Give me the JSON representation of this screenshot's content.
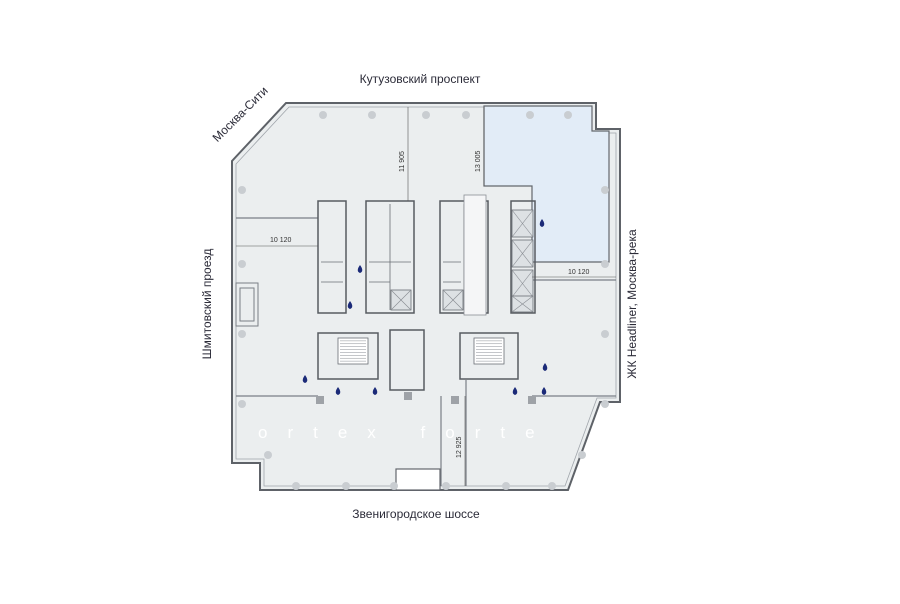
{
  "streets": {
    "top": "Кутузовский проспект",
    "bottom": "Звенигородское шоссе",
    "left": "Шмитовский проезд",
    "right": "ЖК Headliner, Москва-река",
    "corner": "Москва-Сити"
  },
  "dimensions": {
    "west_office": "10 120",
    "east_office": "10 120",
    "north_left": "11 905",
    "north_right": "13 005",
    "south_center": "12 925"
  },
  "watermark": "ortex forte",
  "colors": {
    "floor": "#ebeeef",
    "highlight": "#e2ecf7",
    "wall": "#63676d",
    "drop": "#1b2a78"
  }
}
